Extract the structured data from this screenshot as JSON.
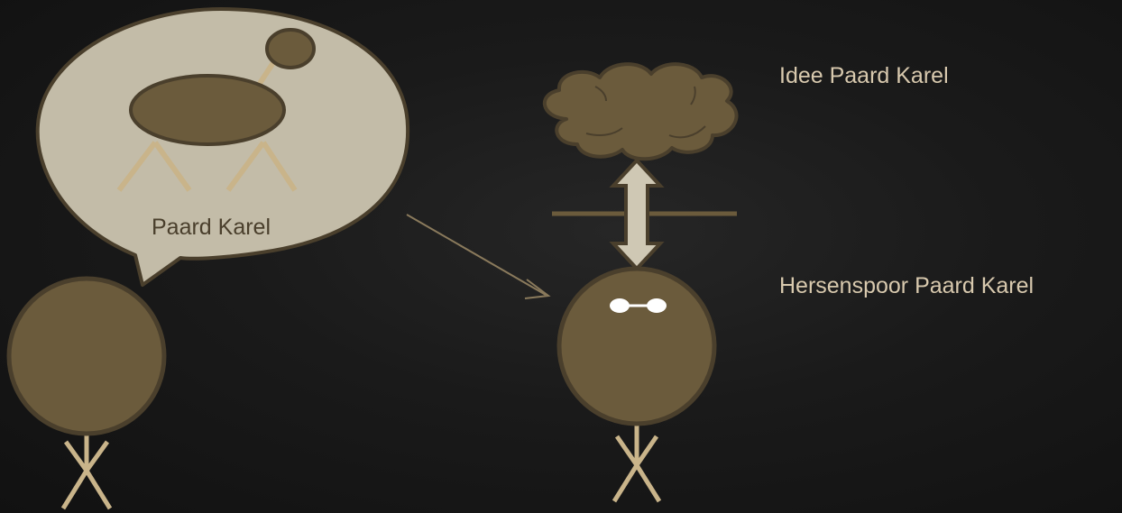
{
  "bubble": {
    "caption": "Paard Karel"
  },
  "labels": {
    "idea": "Idee Paard Karel",
    "memory_trace": "Hersenspoor Paard Karel"
  },
  "colors": {
    "background": "#141414",
    "figure_fill": "#6b5b3c",
    "figure_stroke": "#4a3f2c",
    "limb": "#c9b48a",
    "bubble_fill": "#c3bca8",
    "text_light": "#d8c9ae",
    "arrow_fill": "#cfc8b4"
  }
}
